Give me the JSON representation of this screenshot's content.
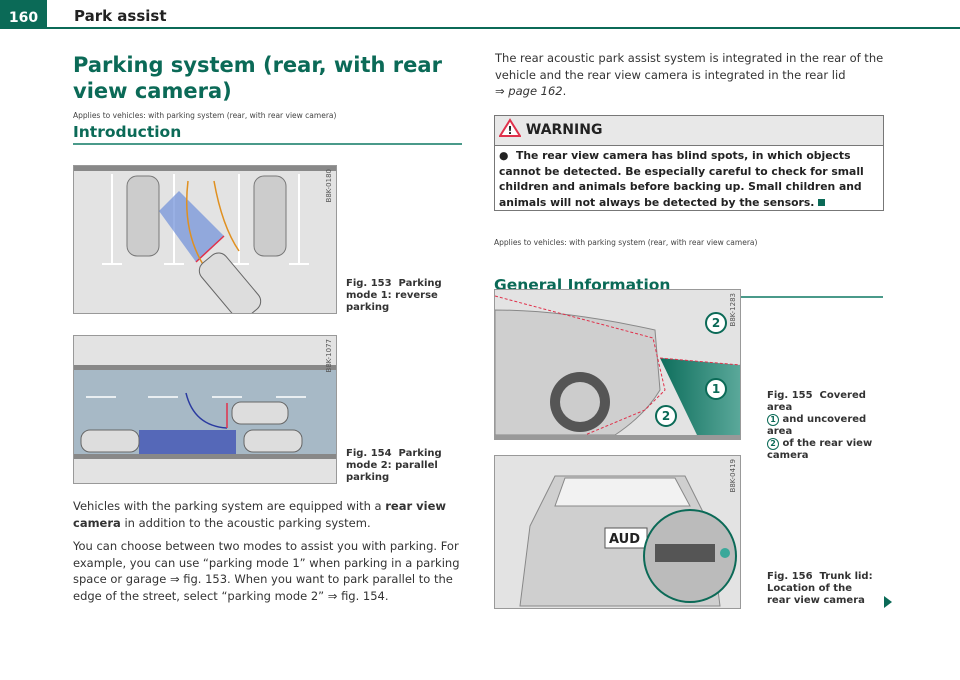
{
  "header": {
    "page_number": "160",
    "section": "Park assist"
  },
  "left": {
    "title": "Parking system (rear, with rear view camera)",
    "applies": "Applies to vehicles: with parking system (rear, with rear view camera)",
    "heading": "Introduction",
    "fig153": {
      "code": "B8K-0180",
      "label": "Fig. 153",
      "caption": "Parking mode 1: reverse parking"
    },
    "fig154": {
      "code": "B8K-1077",
      "label": "Fig. 154",
      "caption": "Parking mode 2: parallel parking"
    },
    "para1_a": "Vehicles with the parking system are equipped with a ",
    "para1_bold": "rear view camera",
    "para1_b": " in addition to the acoustic parking system.",
    "para2": "You can choose between two modes to assist you with parking. For example, you can use “parking mode 1” when parking in a parking space or garage ⇒ fig. 153. When you want to park parallel to the edge of the street, select “parking mode 2” ⇒ fig. 154."
  },
  "right": {
    "intro": "The rear acoustic park assist system is integrated in the rear of the vehicle and the rear view camera is integrated in the rear lid",
    "intro_ref": "⇒ page 162",
    "warning": {
      "title": "WARNING",
      "text": "The rear view camera has blind spots, in which objects cannot be detected. Be especially careful to check for small children and animals before backing up. Small children and animals will not always be detected by the sensors."
    },
    "applies": "Applies to vehicles: with parking system (rear, with rear view camera)",
    "heading": "General Information",
    "fig155": {
      "code": "B8K-1283",
      "label": "Fig. 155",
      "caption_a": "Covered area",
      "marker1": "1",
      "caption_b": "and uncovered area",
      "marker2": "2",
      "caption_c": "of the rear view camera"
    },
    "fig156": {
      "code": "B8K-0419",
      "label": "Fig. 156",
      "caption": "Trunk lid: Location of the rear view camera",
      "plate": "AUD"
    }
  },
  "colors": {
    "accent": "#0b6a57",
    "warning_red": "#e0314b"
  }
}
